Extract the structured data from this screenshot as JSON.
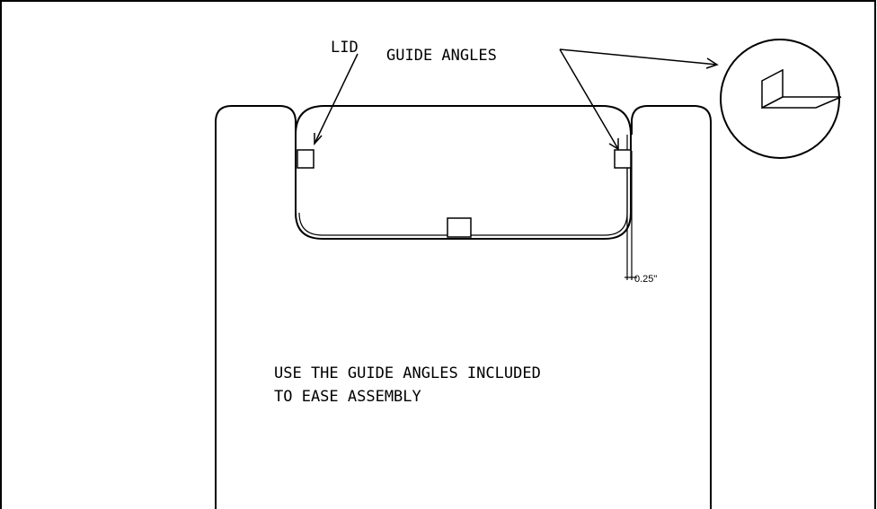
{
  "labels": {
    "lid": "LID",
    "guide_angles": "GUIDE ANGLES",
    "dimension": "0.25\"",
    "note_line1": "USE THE GUIDE ANGLES INCLUDED",
    "note_line2": "TO EASE ASSEMBLY"
  },
  "colors": {
    "line": "#000000",
    "background": "#ffffff"
  }
}
